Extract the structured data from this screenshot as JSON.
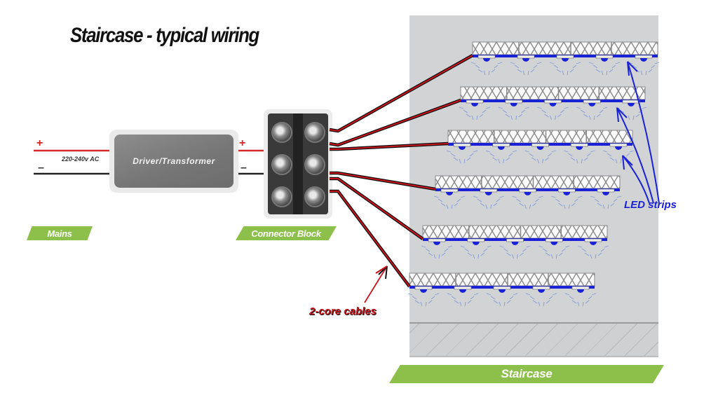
{
  "title": "Staircase - typical wiring",
  "mains": {
    "voltage_label": "220-240v AC",
    "plus_sign": "+",
    "minus_sign": "–",
    "tag": "Mains"
  },
  "driver": {
    "label": "Driver/Transformer",
    "output_plus": "+",
    "output_minus": "–"
  },
  "connector_block": {
    "tag": "Connector Block",
    "terminal_count": 6
  },
  "staircase": {
    "tag": "Staircase",
    "step_count": 6,
    "leds_per_step": 5
  },
  "annotations": {
    "led_strips": "LED strips",
    "cables": "2-core cables"
  },
  "colors": {
    "accent_green": "#8dc04a",
    "led_blue": "#1a22d8",
    "wire_red": "#c8141c",
    "wall_gray": "#d2d3d5"
  }
}
